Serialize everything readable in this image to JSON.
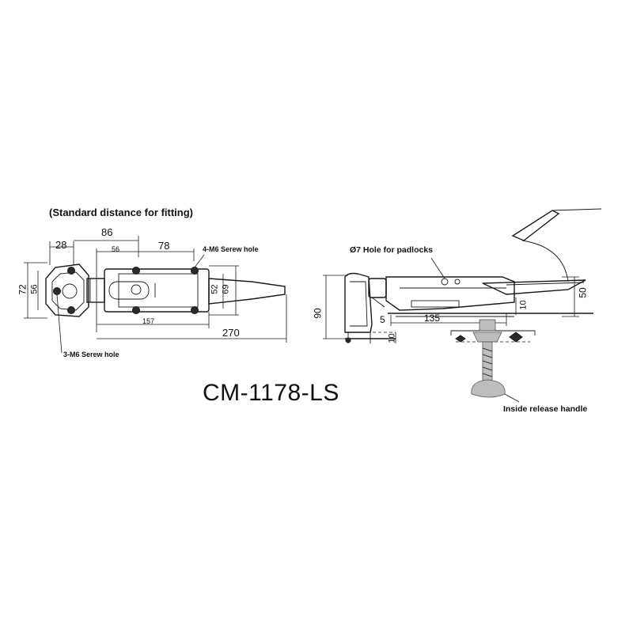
{
  "drawing": {
    "fitting_note": "(Standard distance for fitting)",
    "model_number": "CM-1178-LS",
    "labels": {
      "four_m6_hole": "4-M6 Serew hole",
      "three_m6_hole": "3-M6 Serew hole",
      "padlock_hole": "Ø7 Hole for padlocks",
      "inside_release": "Inside release handle"
    },
    "front_view_dims": {
      "d28": "28",
      "d86": "86",
      "d56_top": "56",
      "d78": "78",
      "d72": "72",
      "d56_side": "56",
      "d52": "52",
      "d69": "69",
      "d157": "157",
      "d270": "270"
    },
    "side_view_dims": {
      "d90": "90",
      "d5": "5",
      "d135": "135",
      "d10_base": "10",
      "d10_right": "10",
      "d50": "50"
    }
  }
}
